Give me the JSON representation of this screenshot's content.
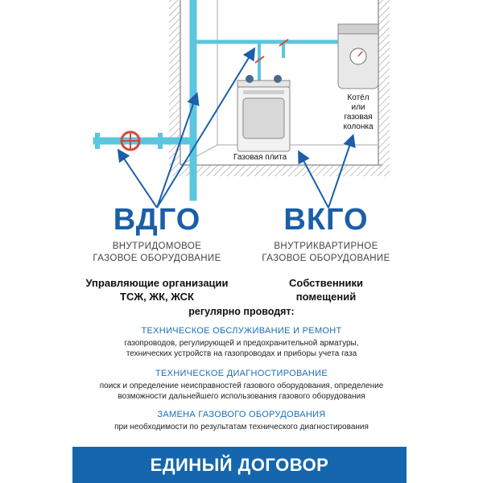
{
  "colors": {
    "pipe": "#5cc6e0",
    "arrow": "#1a5fa8",
    "wall": "#9a9a9a",
    "valve": "#d24a3a",
    "banner": "#1566ad"
  },
  "scene": {
    "stove_label": "Газовая плита",
    "boiler_label": [
      "Котёл",
      "или",
      "газовая",
      "колонка"
    ]
  },
  "vdgo": {
    "title": "ВДГО",
    "subtitle": [
      "ВНУТРИДОМОВОЕ",
      "ГАЗОВОЕ ОБОРУДОВАНИЕ"
    ],
    "owners": [
      "Управляющие организации",
      "ТСЖ, ЖК, ЖСК"
    ]
  },
  "vkgo": {
    "title": "ВКГО",
    "subtitle": [
      "ВНУТРИКВАРТИРНОЕ",
      "ГАЗОВОЕ ОБОРУДОВАНИЕ"
    ],
    "owners": [
      "Собственники",
      "помещений"
    ]
  },
  "intro": "регулярно проводят:",
  "services": [
    {
      "title": "ТЕХНИЧЕСКОЕ ОБСЛУЖИВАНИЕ И РЕМОНТ",
      "lines": [
        "газопроводов, регулирующей и предохранительной арматуры,",
        "технических устройств на газопроводах и приборы учета газа"
      ]
    },
    {
      "title": "ТЕХНИЧЕСКОЕ ДИАГНОСТИРОВАНИЕ",
      "lines": [
        "поиск и определение неисправностей газового оборудования, определение",
        "возможности дальнейшего использования газового оборудования"
      ]
    },
    {
      "title": "ЗАМЕНА ГАЗОВОГО ОБОРУДОВАНИЯ",
      "lines": [
        "при необходимости по результатам технического диагностирования"
      ]
    }
  ],
  "banner": "ЕДИНЫЙ ДОГОВОР"
}
